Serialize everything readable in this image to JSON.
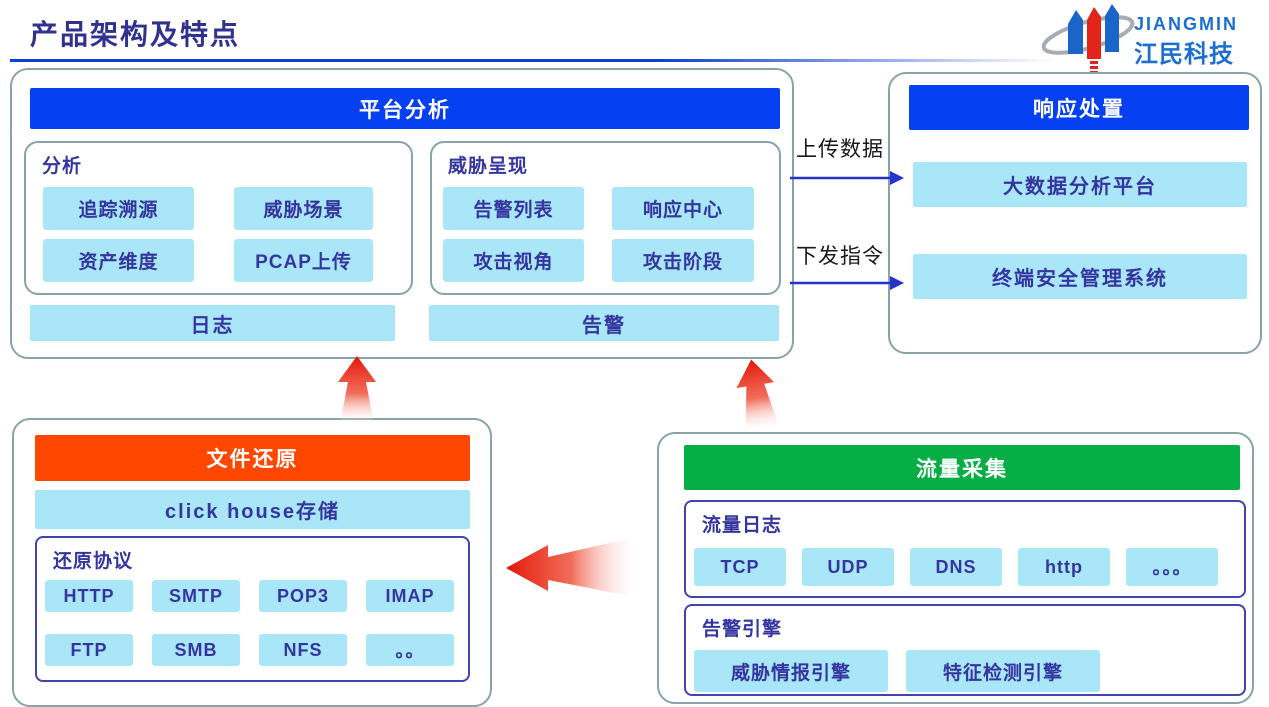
{
  "page": {
    "title": "产品架构及特点"
  },
  "logo": {
    "name": "JIANGMIN",
    "cn": "江民科技"
  },
  "platform": {
    "header": "平台分析",
    "analysis": {
      "label": "分析",
      "items": [
        "追踪溯源",
        "威胁场景",
        "资产维度",
        "PCAP上传"
      ]
    },
    "threat": {
      "label": "威胁呈现",
      "items": [
        "告警列表",
        "响应中心",
        "攻击视角",
        "攻击阶段"
      ]
    },
    "log_bar": "日志",
    "alert_bar": "告警"
  },
  "response": {
    "header": "响应处置",
    "bigdata": "大数据分析平台",
    "terminal": "终端安全管理系统"
  },
  "connections": {
    "upload": "上传数据",
    "command": "下发指令"
  },
  "file_restore": {
    "header": "文件还原",
    "storage": "click house存储",
    "protocols": {
      "label": "还原协议",
      "items": [
        "HTTP",
        "SMTP",
        "POP3",
        "IMAP",
        "FTP",
        "SMB",
        "NFS",
        "。。"
      ]
    }
  },
  "traffic": {
    "header": "流量采集",
    "logs": {
      "label": "流量日志",
      "items": [
        "TCP",
        "UDP",
        "DNS",
        "http",
        "。。。"
      ]
    },
    "engines": {
      "label": "告警引擎",
      "items": [
        "威胁情报引擎",
        "特征检测引擎"
      ]
    }
  },
  "colors": {
    "header_blue": "#0540F2",
    "header_orange": "#FF4702",
    "header_green": "#05AE45",
    "chip_blue": "#A9E6F8",
    "text_indigo": "#3535A0",
    "border_teal": "#87A4A9",
    "border_indigo": "#4343AE",
    "arrow_red": "#E31708",
    "arrow_blue": "#2433C8",
    "logo_blue": "#1B6FD0"
  }
}
